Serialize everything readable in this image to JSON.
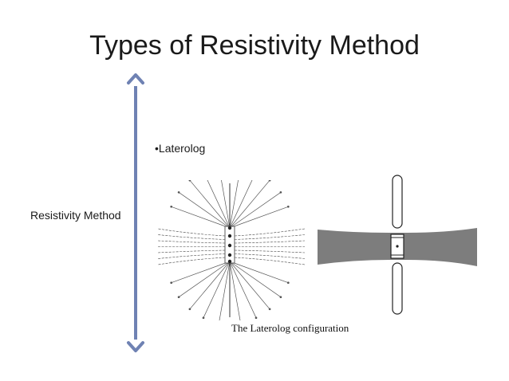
{
  "slide": {
    "title": "Types of Resistivity Method",
    "axis_label": "Resistivity Method",
    "bullet": "•Laterolog",
    "caption": "The Laterolog configuration"
  },
  "colors": {
    "arrow": "#6f82b3",
    "formation": "#7d7d7d"
  },
  "icons": {
    "double_arrow": "double-arrow-icon"
  }
}
